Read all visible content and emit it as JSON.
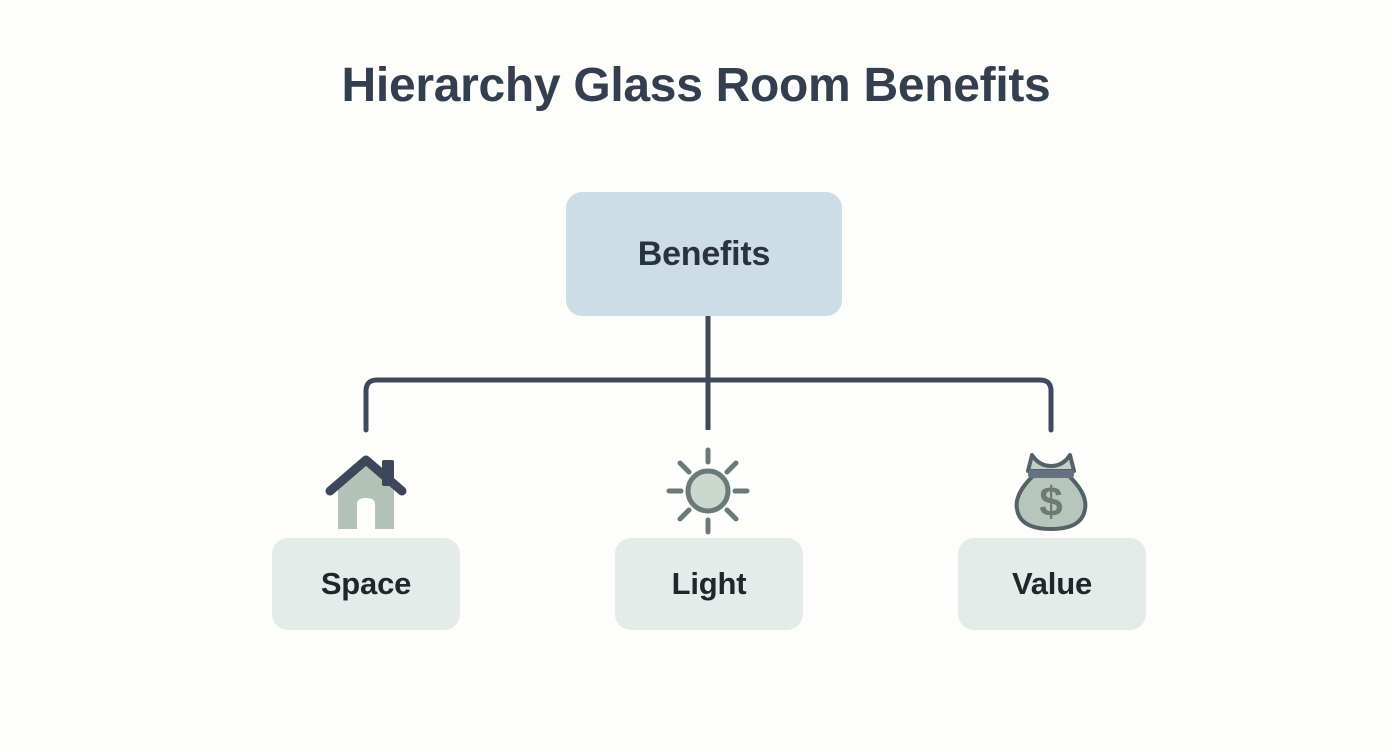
{
  "title": "Hierarchy Glass Room Benefits",
  "diagram": {
    "type": "hierarchy",
    "root": {
      "label": "Benefits",
      "fill": "#ccdee5",
      "text_color": "#2a3240"
    },
    "children": [
      {
        "label": "Space",
        "icon": "house-icon",
        "fill": "#e4ece9",
        "icon_body_color": "#b2c2b7",
        "icon_outline_color": "#3c475a"
      },
      {
        "label": "Light",
        "icon": "sun-icon",
        "fill": "#e4ece9",
        "icon_body_color": "#ccd8cd",
        "icon_outline_color": "#6a7a79"
      },
      {
        "label": "Value",
        "icon": "money-bag-icon",
        "fill": "#e4ece9",
        "icon_body_color": "#b7c6bc",
        "icon_outline_color": "#556169",
        "icon_glyph": "$"
      }
    ],
    "connector_color": "#3e4a5c",
    "background": "#fdfdfb",
    "title_color": "#333f4f"
  }
}
